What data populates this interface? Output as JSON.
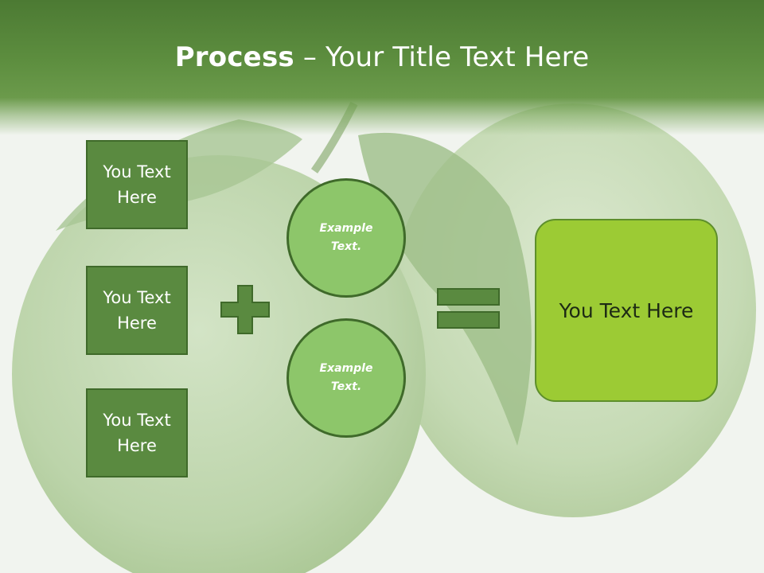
{
  "title": {
    "bold": "Process",
    "rest": " – Your Title Text Here"
  },
  "left_boxes": [
    {
      "label": "You Text Here"
    },
    {
      "label": "You Text Here"
    },
    {
      "label": "You Text Here"
    }
  ],
  "circles": [
    {
      "label": "Example Text."
    },
    {
      "label": "Example Text."
    }
  ],
  "result": {
    "label": "You Text Here"
  },
  "operators": {
    "plus": "plus-icon",
    "equals": "equals-icon"
  },
  "colors": {
    "header": "#4c7a33",
    "box_fill": "#5a8a40",
    "circle_fill": "#8dc66a",
    "result_fill": "#9ccb34",
    "outline": "#3f6a2a"
  }
}
